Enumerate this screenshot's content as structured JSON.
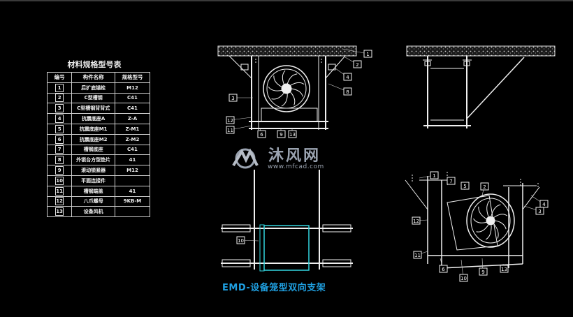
{
  "table": {
    "title": "材料规格型号表",
    "headers": [
      "编号",
      "构件名称",
      "规格型号"
    ],
    "rows": [
      {
        "no": "1",
        "name": "后扩底锚栓",
        "spec": "M12"
      },
      {
        "no": "2",
        "name": "C型槽钢",
        "spec": "C41"
      },
      {
        "no": "3",
        "name": "C型槽钢背背式",
        "spec": "C41"
      },
      {
        "no": "4",
        "name": "抗震底座A",
        "spec": "Z-A"
      },
      {
        "no": "5",
        "name": "抗震底座M1",
        "spec": "Z-M1"
      },
      {
        "no": "6",
        "name": "抗震底座M2",
        "spec": "Z-M2"
      },
      {
        "no": "7",
        "name": "槽钢底座",
        "spec": "C41"
      },
      {
        "no": "8",
        "name": "外锁台方型垫片",
        "spec": "41"
      },
      {
        "no": "9",
        "name": "滚动锁紧器",
        "spec": "M12"
      },
      {
        "no": "10",
        "name": "平面连接件",
        "spec": ""
      },
      {
        "no": "11",
        "name": "槽钢端盖",
        "spec": "41"
      },
      {
        "no": "12",
        "name": "八爪螺母",
        "spec": "9KB-M"
      },
      {
        "no": "13",
        "name": "设备风机",
        "spec": ""
      }
    ]
  },
  "callouts": {
    "front_view": [
      "1",
      "2",
      "4",
      "8",
      "3",
      "12",
      "11",
      "6",
      "9",
      "13"
    ],
    "bottom_view": [
      "10"
    ],
    "iso_view": [
      "1",
      "7",
      "5",
      "2",
      "4",
      "3",
      "12",
      "11",
      "6",
      "10",
      "9",
      "13"
    ]
  },
  "watermark": {
    "text": "沐风网",
    "url": "www.mfcad.com"
  },
  "caption": "EMD-设备笼型双向支架",
  "colors": {
    "background": "#000000",
    "line": "#ffffff",
    "concrete": "#c8c8c8",
    "caption": "#1f9fe0",
    "highlight": "#33d6e0",
    "watermark": "#9aa3b0"
  }
}
